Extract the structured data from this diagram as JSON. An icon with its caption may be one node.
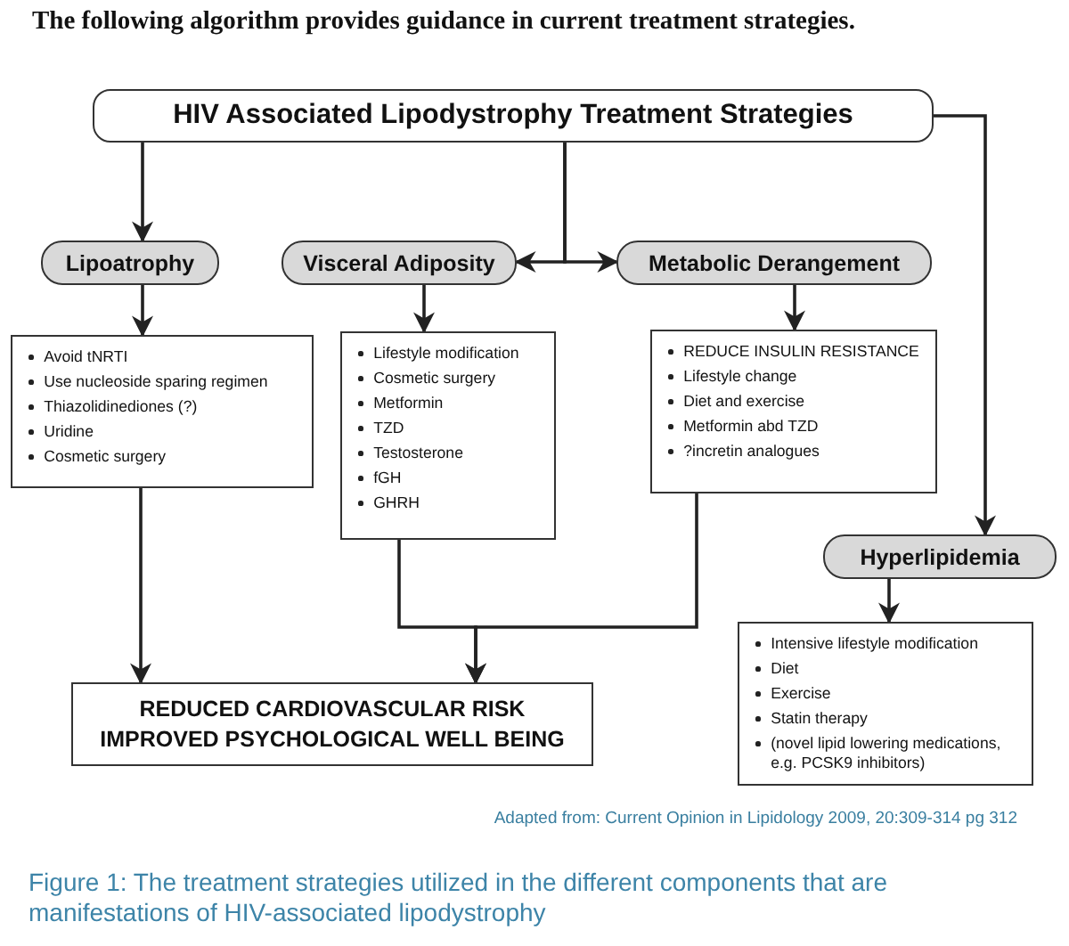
{
  "diagram": {
    "title": "The following algorithm provides guidance in current treatment strategies.",
    "caption": "Figure 1: The treatment strategies utilized in the different components that are manifestations of HIV-associated lipodystrophy",
    "nodes": [
      {
        "text": [
          "HIV Associated Lipodystrophy Treatment Strategies"
        ]
      },
      {
        "text": [
          "Lipoatrophy"
        ]
      },
      {
        "text": [
          "Visceral Adiposity"
        ]
      },
      {
        "text": [
          "Metabolic Derangement"
        ]
      },
      {
        "text": [
          "Avoid tNRTI",
          "Use nucleoside sparing regimen",
          "Thiazolidinediones (?)",
          "Uridine",
          "Cosmetic surgery"
        ]
      },
      {
        "text": [
          "Lifestyle modification",
          "Cosmetic surgery",
          "Metformin",
          "TZD",
          "Testosterone",
          "fGH",
          "GHRH"
        ]
      },
      {
        "text": [
          "REDUCE INSULIN RESISTANCE",
          "Lifestyle change",
          "Diet and exercise",
          "Metformin abd TZD",
          "?incretin analogues"
        ]
      },
      {
        "text": [
          "Hyperlipidemia"
        ]
      },
      {
        "text": [
          "Intensive lifestyle modification",
          "Diet",
          "Exercise",
          "Statin therapy",
          "(novel lipid lowering medications, e.g. PCSK9 inhibitors)"
        ]
      },
      {
        "text": [
          "REDUCED CARDIOVASCULAR RISK IMPROVED PSYCHOLOGICAL WELL BEING"
        ]
      }
    ],
    "edges": [
      {
        "from": 0,
        "to": 1,
        "arrow": "to"
      },
      {
        "from": 0,
        "to": 2,
        "arrow": "to"
      },
      {
        "from": 0,
        "to": 3,
        "arrow": "to"
      },
      {
        "from": 0,
        "to": 7,
        "arrow": "to"
      },
      {
        "from": 1,
        "to": 4,
        "arrow": "to"
      },
      {
        "from": 2,
        "to": 5,
        "arrow": "to"
      },
      {
        "from": 3,
        "to": 6,
        "arrow": "to"
      },
      {
        "from": 7,
        "to": 8,
        "arrow": "to"
      },
      {
        "from": 4,
        "to": 9,
        "arrow": "to"
      },
      {
        "from": 5,
        "to": 9,
        "arrow": "to"
      },
      {
        "from": 6,
        "to": 9,
        "arrow": "to"
      }
    ],
    "labels": [
      "Adapted from: Current Opinion in Lipidology 2009, 20:309-314 pg 312"
    ]
  }
}
